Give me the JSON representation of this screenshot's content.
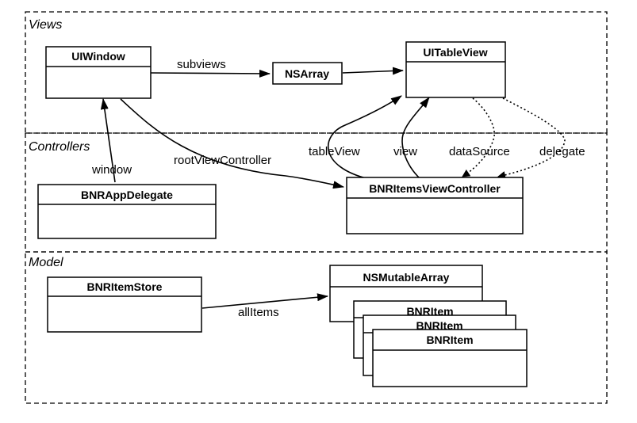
{
  "sections": {
    "views": "Views",
    "controllers": "Controllers",
    "model": "Model"
  },
  "boxes": {
    "uiwindow": "UIWindow",
    "nsarray": "NSArray",
    "uitableview": "UITableView",
    "appdelegate": "BNRAppDelegate",
    "itemsviewcontroller": "BNRItemsViewController",
    "itemstore": "BNRItemStore",
    "mutablearray": "NSMutableArray",
    "item1": "BNRItem",
    "item2": "BNRItem",
    "item3": "BNRItem"
  },
  "edges": {
    "subviews": "subviews",
    "window": "window",
    "rootViewController": "rootViewController",
    "tableView": "tableView",
    "view": "view",
    "dataSource": "dataSource",
    "delegate": "delegate",
    "allItems": "allItems"
  }
}
